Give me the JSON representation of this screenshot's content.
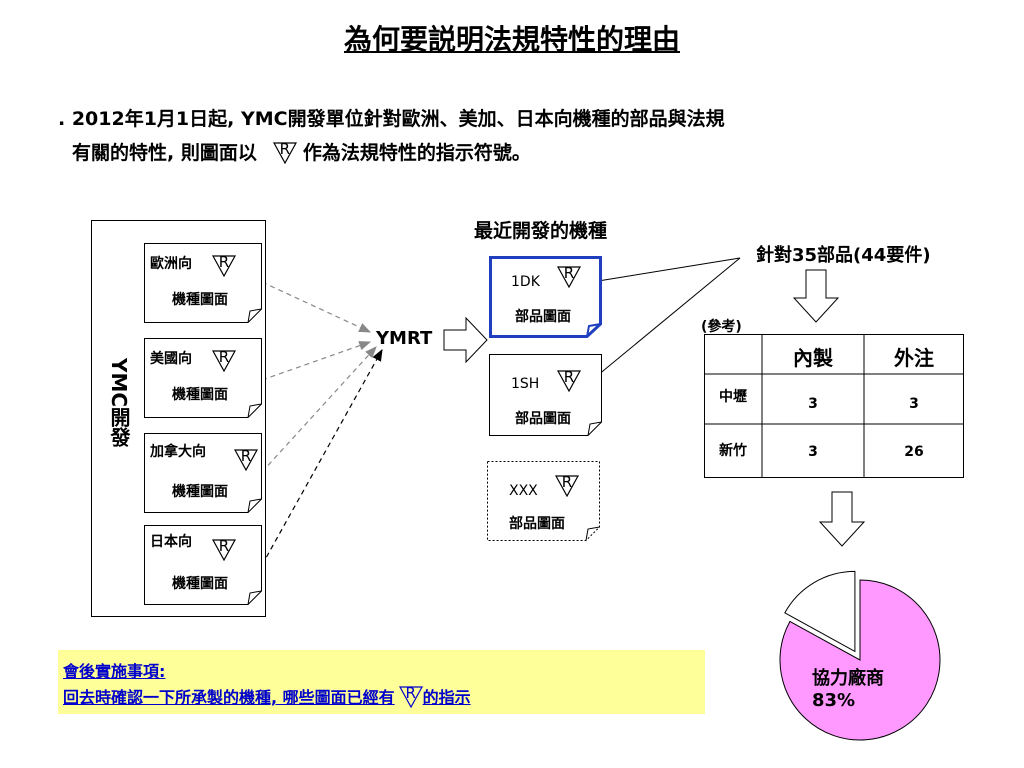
{
  "title": "為何要説明法規特性的理由",
  "intro": {
    "line1": ". 2012年1月1日起, YMC開發單位針對歐洲、美加、日本向機種的部品與法規",
    "line2_before": "有關的特性, 則圖面以",
    "line2_after": "作為法規特性的指示符號。",
    "symbol": "R"
  },
  "left_group": {
    "label": "YMC開發",
    "docs": [
      {
        "region": "歐洲向",
        "symbol": "R",
        "caption": "機種圖面"
      },
      {
        "region": "美國向",
        "symbol": "R",
        "caption": "機種圖面"
      },
      {
        "region": "加拿大向",
        "symbol": "R",
        "caption": "機種圖面"
      },
      {
        "region": "日本向",
        "symbol": "R",
        "caption": "機種圖面"
      }
    ]
  },
  "hub_label": "YMRT",
  "recent": {
    "header": "最近開發的機種",
    "models": [
      {
        "name": "1DK",
        "symbol": "R",
        "caption": "部品圖面"
      },
      {
        "name": "1SH",
        "symbol": "R",
        "caption": "部品圖面"
      },
      {
        "name": "XXX",
        "symbol": "R",
        "caption": "部品圖面"
      }
    ]
  },
  "target_label": "針對35部品(44要件)",
  "ref_label": "(參考)",
  "table": {
    "headers": [
      "",
      "內製",
      "外注"
    ],
    "rows": [
      {
        "site": "中壢",
        "internal": "3",
        "external": "3"
      },
      {
        "site": "新竹",
        "internal": "3",
        "external": "26"
      }
    ]
  },
  "pie": {
    "slices": [
      {
        "label": "協力廠商",
        "percent": 83,
        "color": "#ff99ff"
      },
      {
        "label": "",
        "percent": 17,
        "color": "#ffffff"
      }
    ],
    "main_label": "協力廠商",
    "main_percent": "83%"
  },
  "note": {
    "line1": "會後實施事項:",
    "line2_before": "回去時確認一下所承製的機種, 哪些圖面已經有",
    "line2_after": "的指示",
    "symbol": "R"
  }
}
